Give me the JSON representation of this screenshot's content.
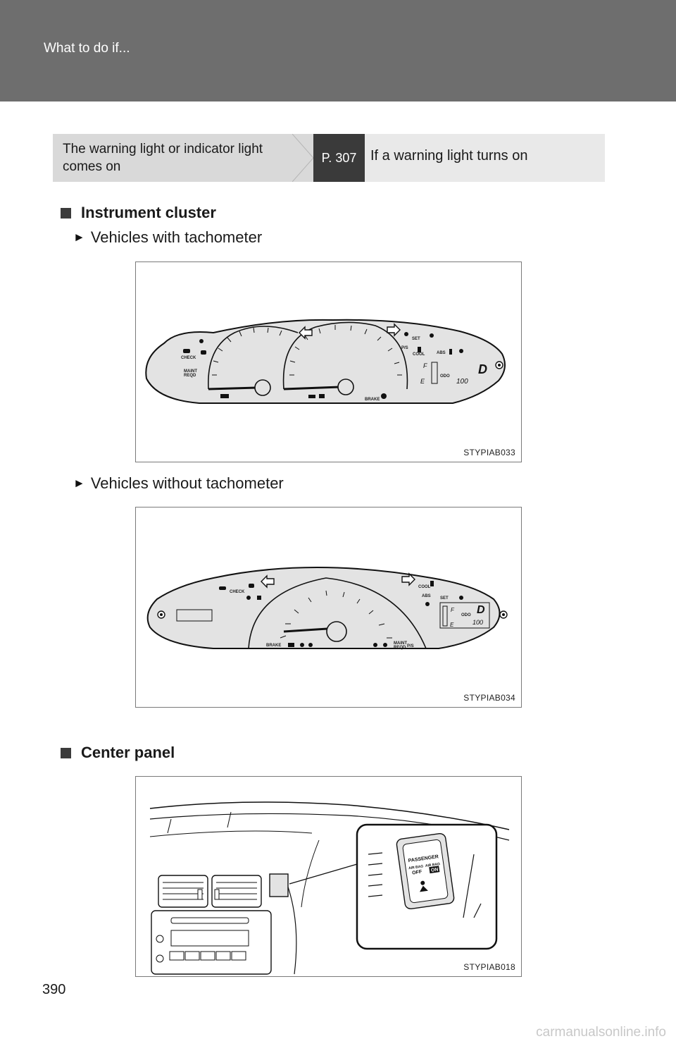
{
  "header": {
    "title": "What to do if..."
  },
  "xref": {
    "condition": "The warning light or indicator light comes on",
    "page_ref": "P. 307",
    "target": "If a warning light turns on"
  },
  "sections": {
    "instrument_cluster": {
      "heading": "Instrument cluster",
      "with_tach": {
        "label": "Vehicles with tachometer",
        "figure_code": "STYPIAB033"
      },
      "without_tach": {
        "label": "Vehicles without tachometer",
        "figure_code": "STYPIAB034"
      }
    },
    "center_panel": {
      "heading": "Center panel",
      "figure_code": "STYPIAB018",
      "switch": {
        "title": "PASSENGER",
        "left": "AIR BAG",
        "right": "AIR BAG",
        "off": "OFF",
        "on": "ON"
      }
    }
  },
  "cluster_labels": {
    "check": "CHECK",
    "maint": "MAINT",
    "reqd": "REQD",
    "brake": "BRAKE",
    "ps": "P/S",
    "cool": "COOL",
    "abs": "ABS",
    "set": "SET",
    "odo": "ODO",
    "odo_value": "100",
    "gear": "D",
    "fuel_full": "F",
    "fuel_empty": "E"
  },
  "page_number": "390",
  "watermark": "carmanualsonline.info"
}
